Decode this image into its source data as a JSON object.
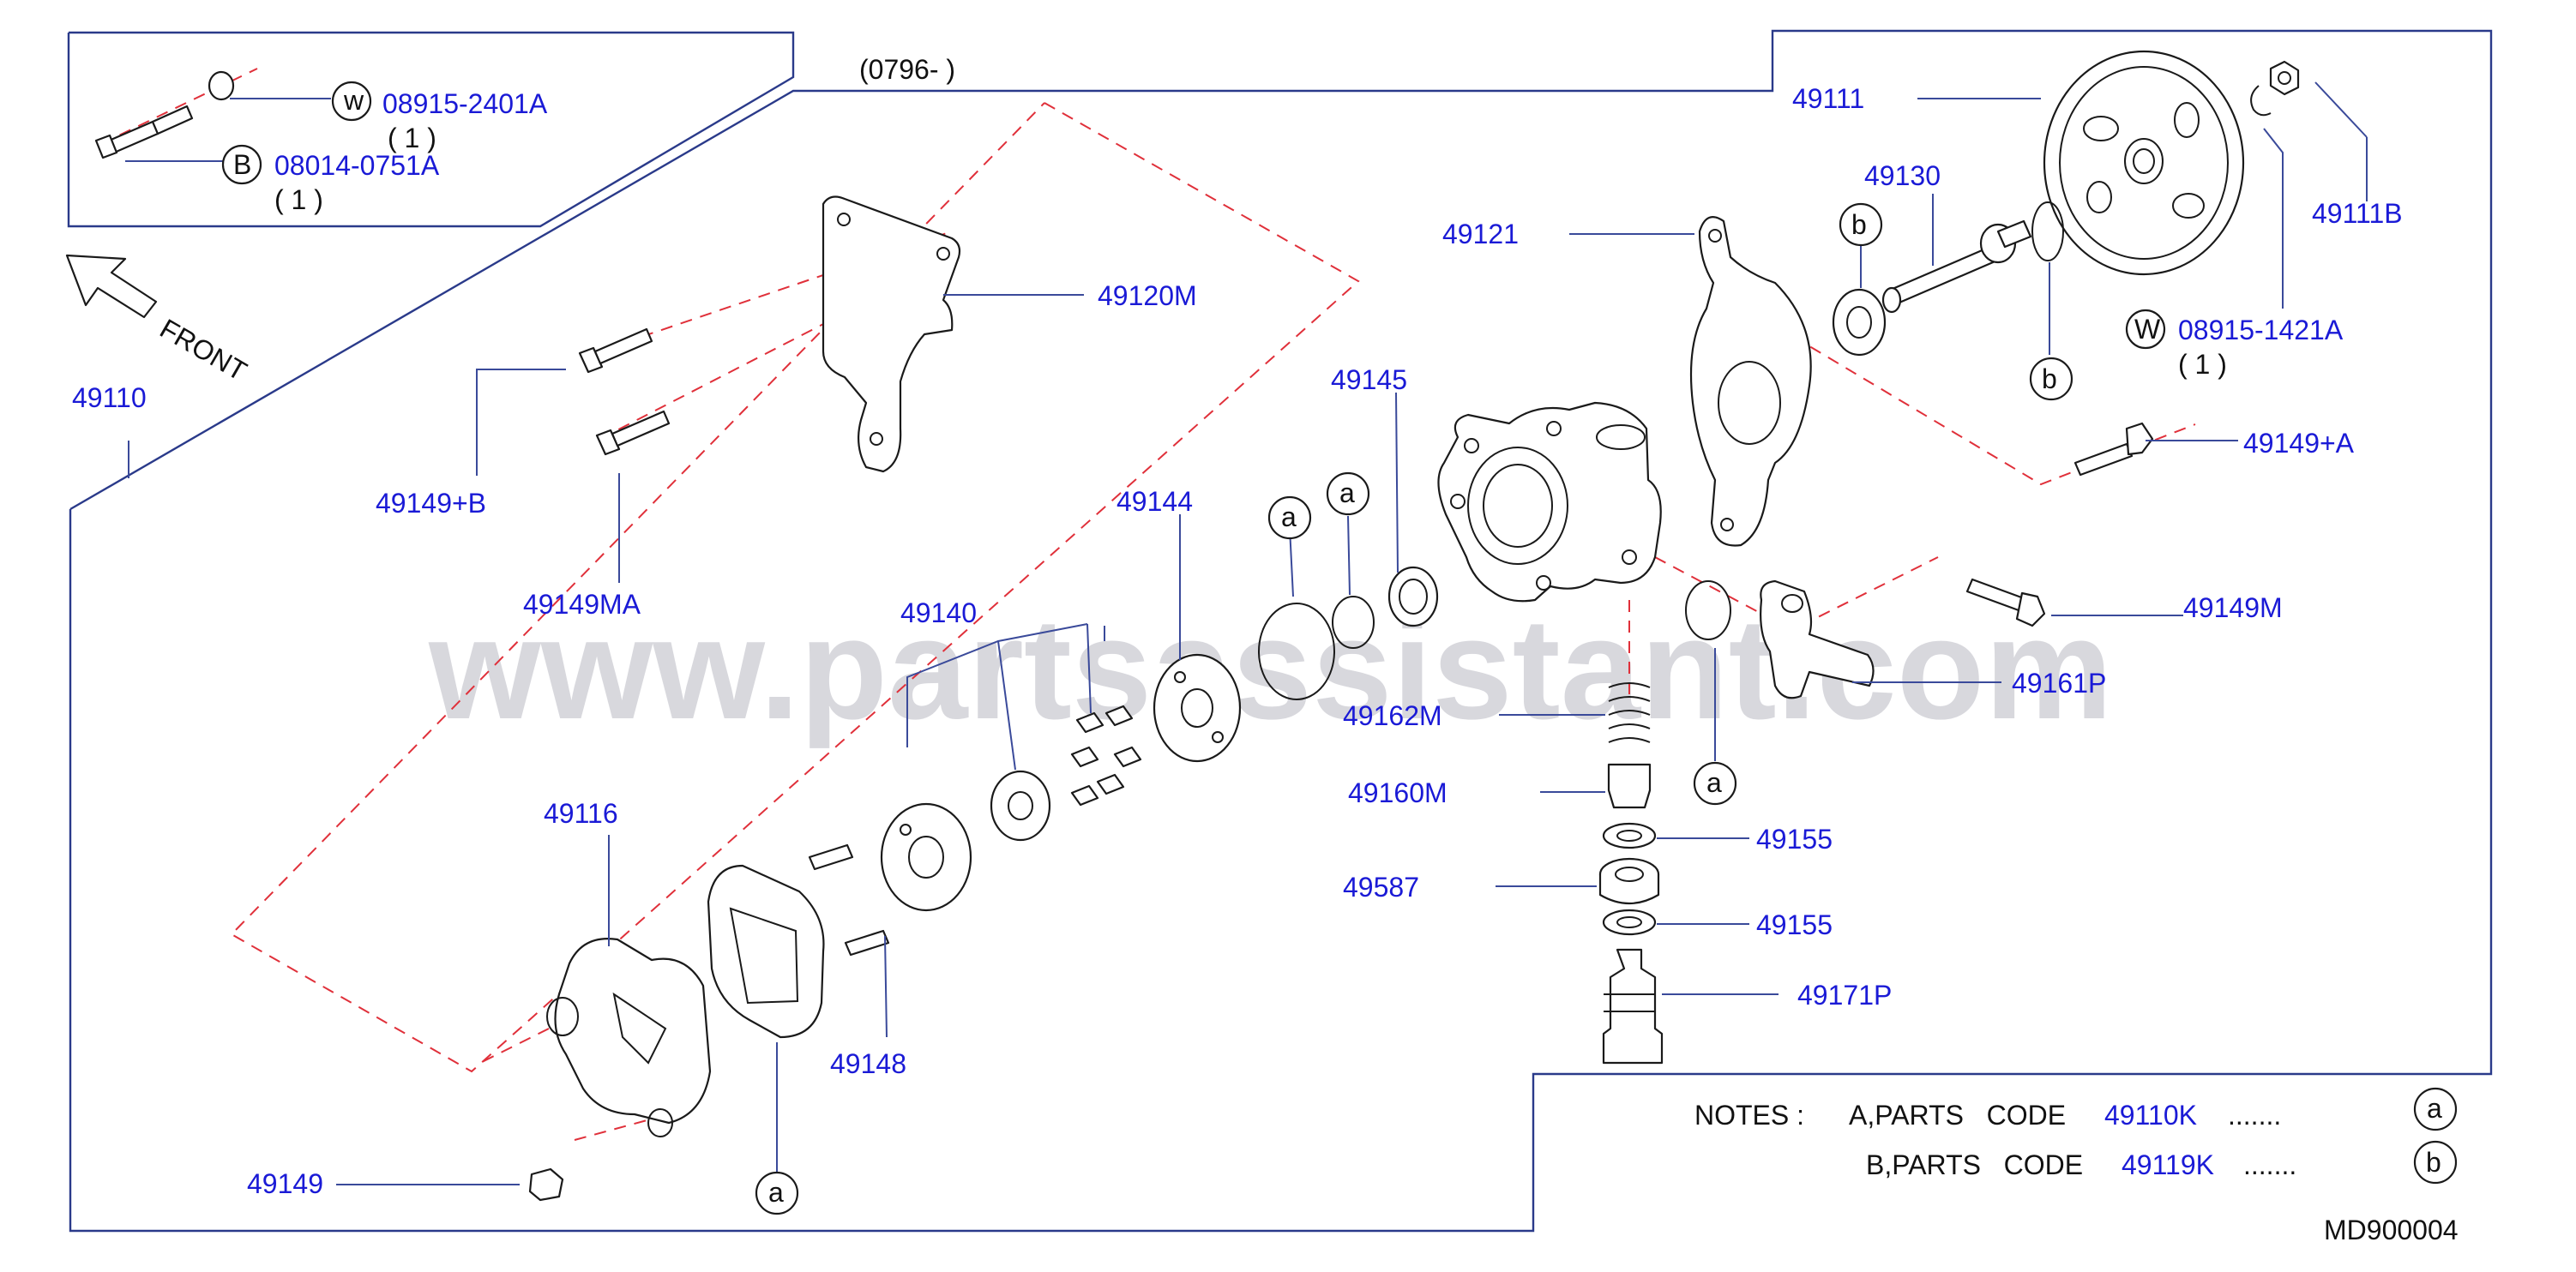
{
  "watermark": "www.partsassistant.com",
  "date_range": "(0796-        )",
  "front_label": "FRONT",
  "diagram_code": "MD900004",
  "inset": {
    "washer_part": "08915-2401A",
    "washer_symbol": "w",
    "washer_qty": "( 1 )",
    "bolt_part": "08014-0751A",
    "bolt_symbol": "B",
    "bolt_qty": "( 1 )"
  },
  "parts": {
    "p49110": "49110",
    "p49111": "49111",
    "p49111B": "49111B",
    "p49130": "49130",
    "p49121": "49121",
    "p08915_1421A": "08915-1421A",
    "w_symbol": "W",
    "qty_1421A": "( 1 )",
    "p49149A": "49149+A",
    "p49120M": "49120M",
    "p49149B": "49149+B",
    "p49149MA": "49149MA",
    "p49145": "49145",
    "p49144": "49144",
    "p49140": "49140",
    "p49149M": "49149M",
    "p49161P": "49161P",
    "p49162M": "49162M",
    "p49160M": "49160M",
    "p49155a": "49155",
    "p49587": "49587",
    "p49155b": "49155",
    "p49171P": "49171P",
    "p49116": "49116",
    "p49148": "49148",
    "p49149": "49149"
  },
  "ref_markers": {
    "a": "a",
    "b": "b"
  },
  "notes": {
    "heading": "NOTES :",
    "line_a_text": "A,PARTS   CODE",
    "line_a_code": "49110K",
    "line_a_dots": ".......",
    "line_a_symbol": "a",
    "line_b_text": "B,PARTS   CODE",
    "line_b_code": "49119K",
    "line_b_dots": ".......",
    "line_b_symbol": "b"
  },
  "colors": {
    "part_number": "#1a1ad6",
    "frame_line": "#2a3a8a",
    "phantom_line": "#e0303a",
    "part_outline": "#1a1a1a"
  }
}
